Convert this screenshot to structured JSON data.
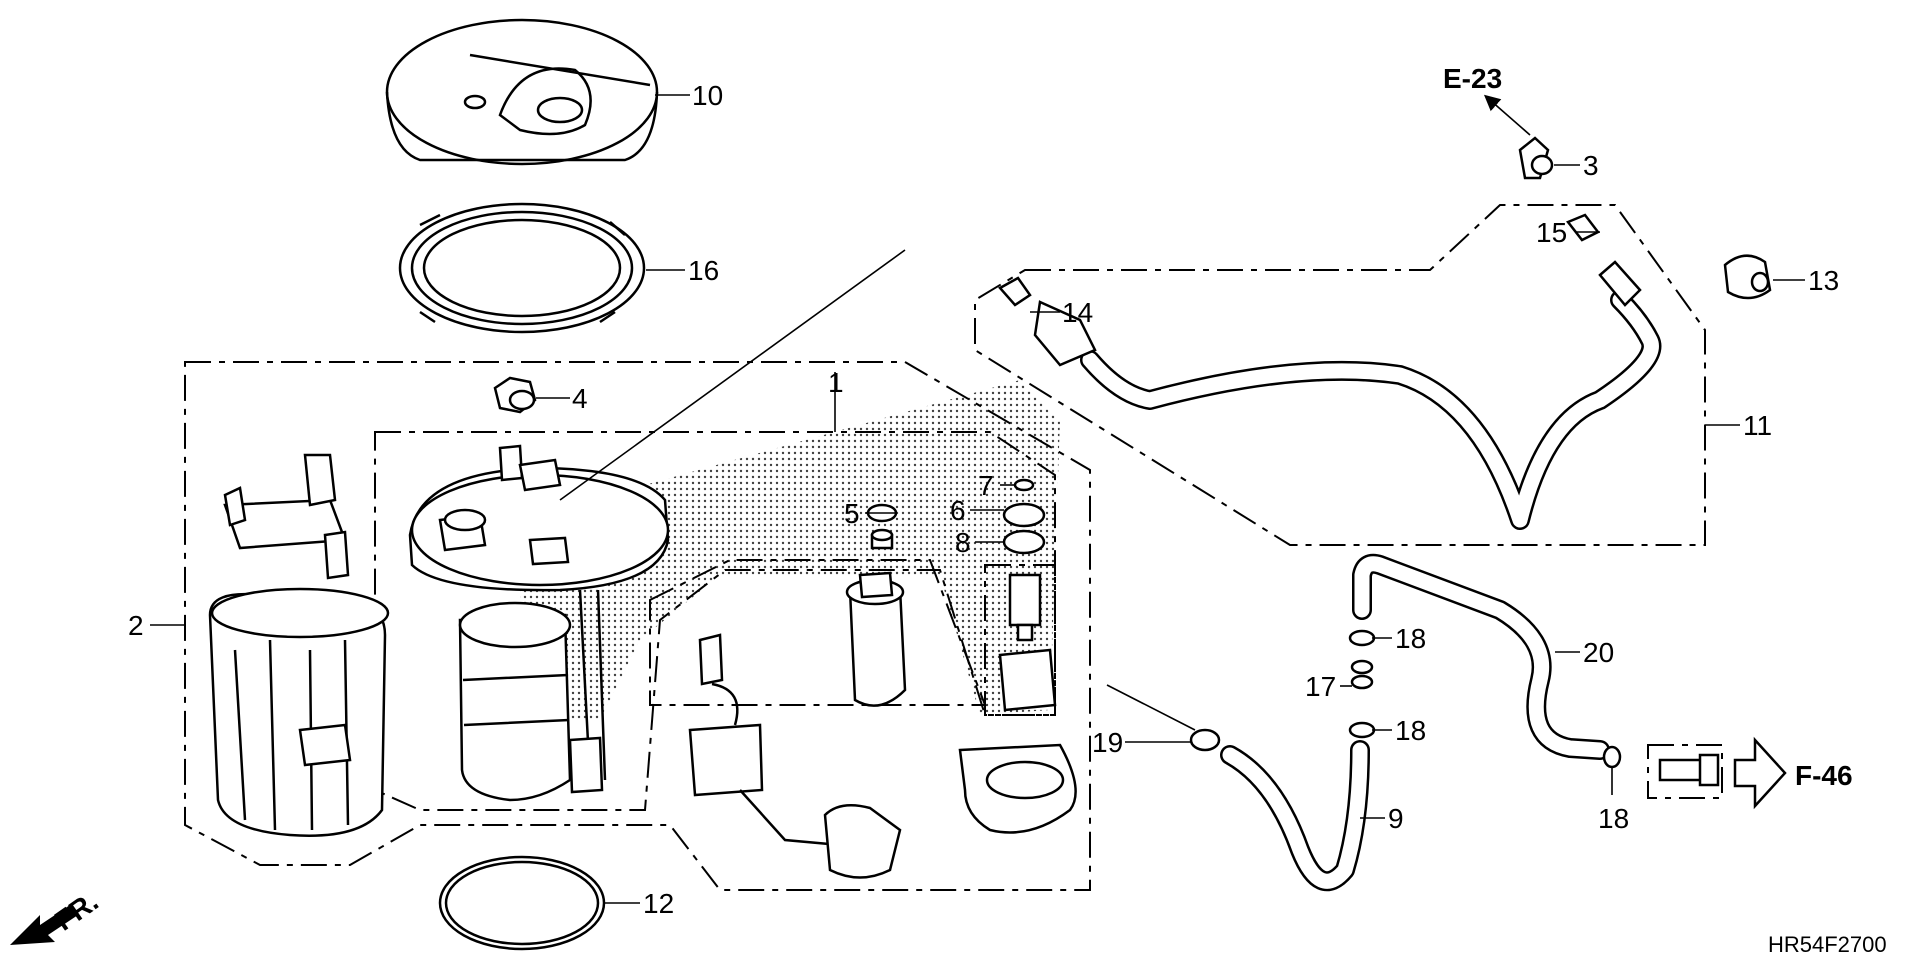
{
  "diagram_code": "HR54F2700",
  "references": {
    "top": "E-23",
    "right": "F-46"
  },
  "direction_label": "FR.",
  "callouts": {
    "c1": "1",
    "c2": "2",
    "c3": "3",
    "c4": "4",
    "c5": "5",
    "c6": "6",
    "c7": "7",
    "c8": "8",
    "c9": "9",
    "c10": "10",
    "c11": "11",
    "c12": "12",
    "c13": "13",
    "c14": "14",
    "c15": "15",
    "c16": "16",
    "c17": "17",
    "c18a": "18",
    "c18b": "18",
    "c18c": "18",
    "c19": "19",
    "c20": "20"
  }
}
